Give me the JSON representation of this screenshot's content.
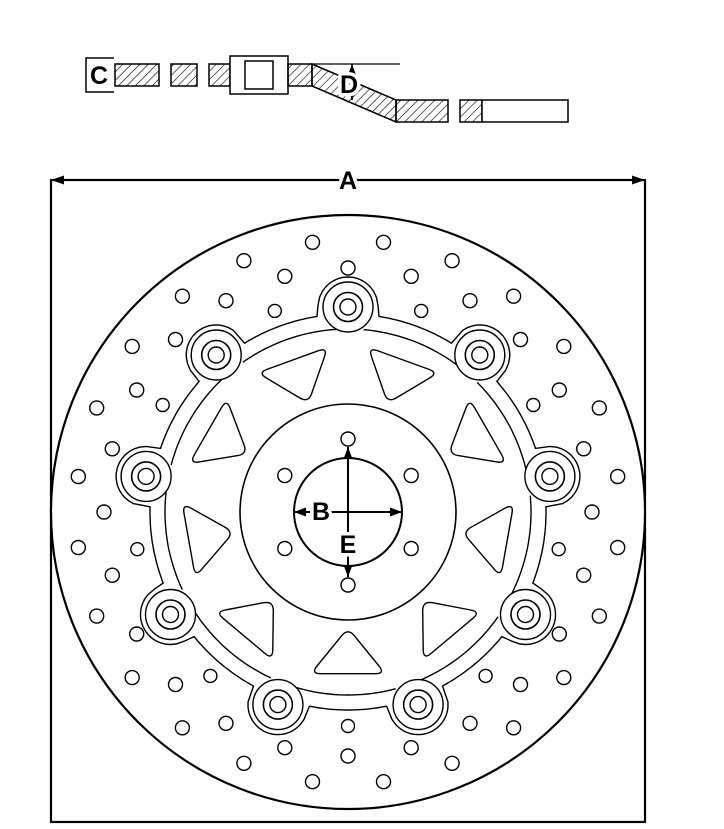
{
  "labels": {
    "outer_diameter": "A",
    "bore_diameter": "B",
    "thickness": "C",
    "offset": "D",
    "bolt_circle": "E"
  },
  "features": {
    "button_count": 9,
    "bolt_hole_count": 6,
    "bolt_circle_radius": 73,
    "bore_radius": 54,
    "outer_radius": 297,
    "hub_radius": 108,
    "button_ring_radius": 205,
    "drill_hole_rings": [
      {
        "radius": 272,
        "count": 24,
        "phase_deg": 7.5,
        "hole_radius": 7
      },
      {
        "radius": 244,
        "count": 24,
        "phase_deg": 15,
        "hole_radius": 7
      },
      {
        "radius": 214,
        "count": 9,
        "phase_deg": 110,
        "hole_radius": 6.5
      }
    ],
    "colors": {
      "line": "#000000",
      "background": "#ffffff"
    }
  }
}
